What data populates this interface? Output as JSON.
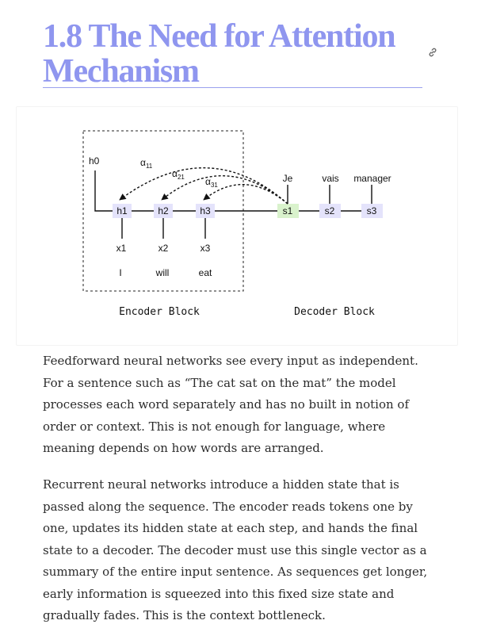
{
  "heading": {
    "line1": "1.8 The Need for Attention",
    "line2": "Mechanism"
  },
  "icons": {
    "anchor": "link-icon"
  },
  "colors": {
    "heading": "#8f96ef",
    "encoder_node": "#e4e3fb",
    "decoder_node": "#e4e3fb",
    "attended_node": "#d9f2cc"
  },
  "diagram": {
    "initial_state": "h0",
    "encoder_states": [
      "h1",
      "h2",
      "h3"
    ],
    "decoder_states": [
      "s1",
      "s2",
      "s3"
    ],
    "inputs": [
      "x1",
      "x2",
      "x3"
    ],
    "input_words": [
      "I",
      "will",
      "eat"
    ],
    "output_words": [
      "Je",
      "vais",
      "manager"
    ],
    "weights": [
      {
        "symbol": "α",
        "sub": "11"
      },
      {
        "symbol": "α",
        "sub": "21"
      },
      {
        "symbol": "α",
        "sub": "31"
      }
    ],
    "encoder_label": "Encoder Block",
    "decoder_label": "Decoder Block"
  },
  "paragraphs": [
    "Feedforward neural networks see every input as independent. For a sentence such as “The cat sat on the mat” the model processes each word separately and has no built in notion of order or context. This is not enough for language, where meaning depends on how words are arranged.",
    "Recurrent neural networks introduce a hidden state that is passed along the sequence. The encoder reads tokens one by one, updates its hidden state at each step, and hands the final state to a decoder. The decoder must use this single vector as a summary of the entire input sentence. As sequences get longer, early information is squeezed into this fixed size state and gradually fades. This is the context bottleneck."
  ]
}
